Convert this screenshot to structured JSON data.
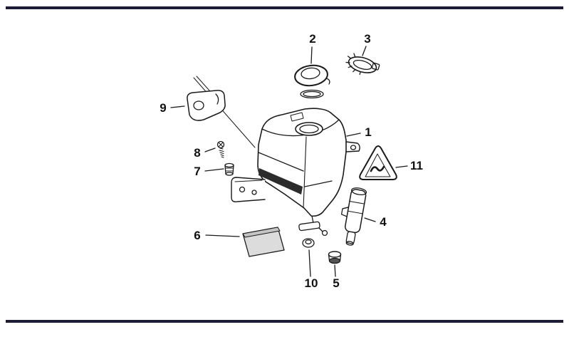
{
  "page": {
    "background_color": "#ffffff",
    "rule_color": "#1c1c38",
    "line_color": "#1a1a1a"
  },
  "callouts": [
    {
      "label": "1",
      "shape": "reservoir-tank"
    },
    {
      "label": "2",
      "shape": "filler-cap"
    },
    {
      "label": "3",
      "shape": "clamp-ring"
    },
    {
      "label": "4",
      "shape": "washer-pump"
    },
    {
      "label": "5",
      "shape": "grommet"
    },
    {
      "label": "6",
      "shape": "foam-pad"
    },
    {
      "label": "7",
      "shape": "expansion-rivet"
    },
    {
      "label": "8",
      "shape": "screw"
    },
    {
      "label": "9",
      "shape": "bracket-cover"
    },
    {
      "label": "10",
      "shape": "seal-ring"
    },
    {
      "label": "11",
      "shape": "warning-triangle-label"
    }
  ]
}
